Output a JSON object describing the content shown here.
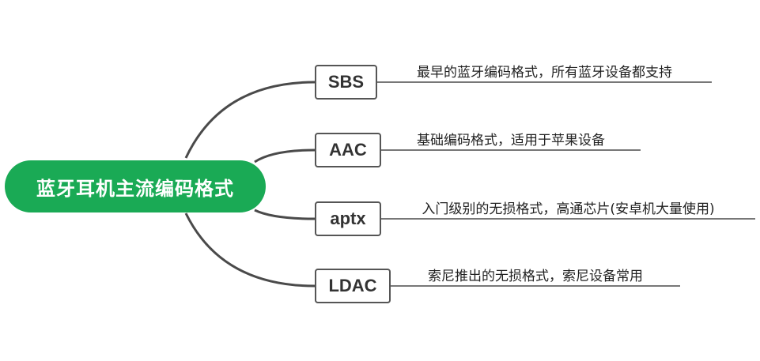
{
  "colors": {
    "root_fill": "#1aaa55",
    "line": "#4a4a4a",
    "node_border": "#555555"
  },
  "root": {
    "label": "蓝牙耳机主流编码格式"
  },
  "branches": [
    {
      "label": "SBS",
      "description": "最早的蓝牙编码格式，所有蓝牙设备都支持"
    },
    {
      "label": "AAC",
      "description": "基础编码格式，适用于苹果设备"
    },
    {
      "label": "aptx",
      "description": "入门级别的无损格式，高通芯片(安卓机大量使用)"
    },
    {
      "label": "LDAC",
      "description": "索尼推出的无损格式，索尼设备常用"
    }
  ]
}
